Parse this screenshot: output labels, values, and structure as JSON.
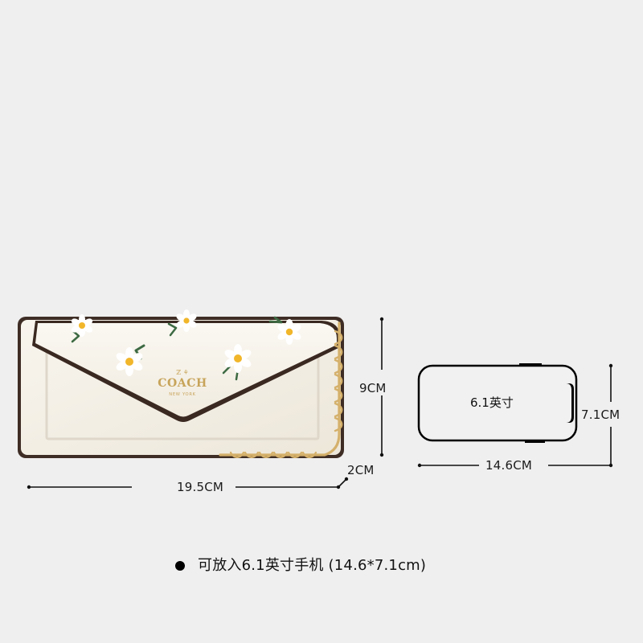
{
  "dimensions": {
    "width": "19.5CM",
    "height": "9CM",
    "depth": "2CM"
  },
  "phone": {
    "screen_label": "6.1英寸",
    "width": "14.6CM",
    "height": "7.1CM"
  },
  "logo": {
    "text": "COACH",
    "subtext": "NEW YORK"
  },
  "note": {
    "text": "可放入6.1英寸手机 (14.6*7.1cm)"
  },
  "colors": {
    "background": "#efefef",
    "wallet_body": "#f5f1e8",
    "wallet_edge": "#3a2a22",
    "chain_gold": "#d4b06a",
    "daisy_center": "#f1b62a",
    "leaf_green": "#3d6a43"
  }
}
